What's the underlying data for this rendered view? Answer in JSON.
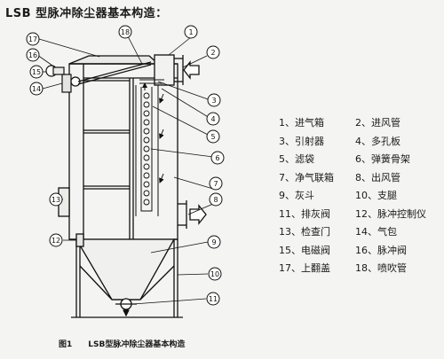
{
  "heading": "LSB 型脉冲除尘器基本构造：",
  "caption": {
    "figure_no": "图1",
    "text": "LSB型脉冲除尘器基本构造"
  },
  "callouts": [
    "1",
    "2",
    "3",
    "4",
    "5",
    "6",
    "7",
    "8",
    "9",
    "10",
    "11",
    "12",
    "13",
    "14",
    "15",
    "16",
    "17",
    "18"
  ],
  "legend": [
    [
      "1、进气箱",
      "2、进风管"
    ],
    [
      "3、引射器",
      "4、多孔板"
    ],
    [
      "5、滤袋",
      "6、弹簧骨架"
    ],
    [
      "7、净气联箱",
      "8、出风管"
    ],
    [
      "9、灰斗",
      "10、支腿"
    ],
    [
      "11、排灰阀",
      "12、脉冲控制仪"
    ],
    [
      "13、检查门",
      "14、气包"
    ],
    [
      "15、电磁阀",
      "16、脉冲阀"
    ],
    [
      "17、上翻盖",
      "18、喷吹管"
    ]
  ]
}
